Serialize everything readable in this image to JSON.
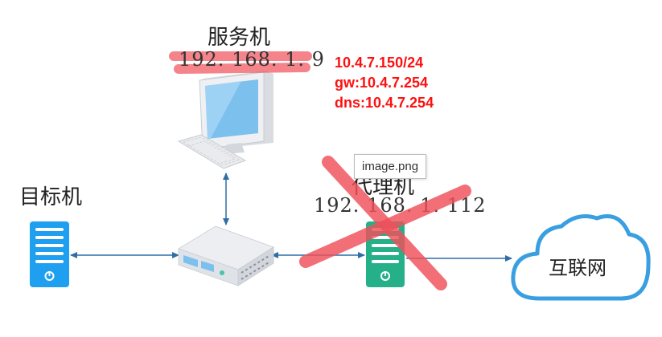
{
  "nodes": {
    "server": {
      "name": "服务机",
      "ip": "192. 168. 1. 9"
    },
    "target": {
      "name": "目标机"
    },
    "proxy": {
      "name": "代理机",
      "ip": "192. 168. 1. 112"
    },
    "internet": {
      "name": "互联网"
    }
  },
  "notes": [
    "10.4.7.150/24",
    "gw:10.4.7.254",
    "dns:10.4.7.254"
  ],
  "tooltip": {
    "text": "image.png"
  },
  "colors": {
    "note_text": "#ff1010",
    "strike": "#f0505a",
    "line": "#2e6ea6",
    "target_server": "#1e9ff0",
    "proxy_server": "#25b08a",
    "cloud": "#3a9fe0"
  }
}
